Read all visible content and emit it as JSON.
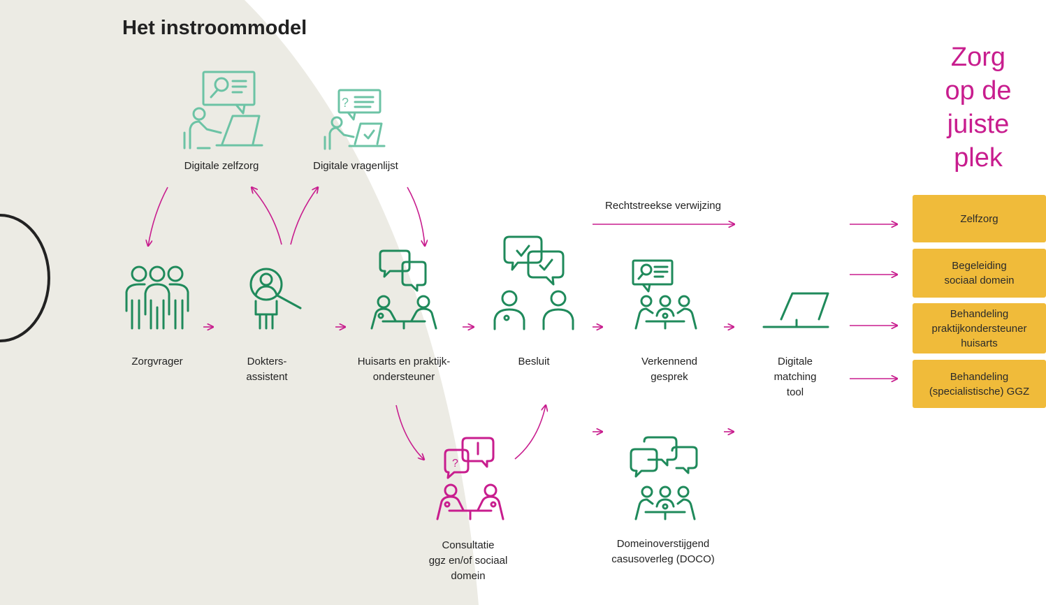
{
  "title": "Het instroommodel",
  "headline": "Zorg\nop de\njuiste\nplek",
  "labels": {
    "digitale_zelfzorg": "Digitale zelfzorg",
    "digitale_vragenlijst": "Digitale vragenlijst",
    "zorgvrager": "Zorgvrager",
    "doktersassistent": "Dokters-\nassistent",
    "huisarts": "Huisarts en praktijk-\nondersteuner",
    "besluit": "Besluit",
    "rechtstreekse": "Rechtstreekse verwijzing",
    "verkennend": "Verkennend\ngesprek",
    "matching": "Digitale\nmatching\ntool",
    "consultatie": "Consultatie\nggz en/of sociaal\ndomein",
    "doco": "Domeinoverstijgend\ncasusoverleg (DOCO)"
  },
  "outcomes": [
    "Zelfzorg",
    "Begeleiding\nsociaal domein",
    "Behandeling\npraktijkondersteuner\nhuisarts",
    "Behandeling\n(specialistische) GGZ"
  ],
  "colors": {
    "green": "#1f8a5b",
    "mint": "#6cc3a5",
    "magenta": "#c81d8e",
    "yellow": "#f0bb3a",
    "beige": "#ecebe4"
  },
  "icons": [
    "laptop-consult-icon",
    "questionnaire-icon",
    "group-icon",
    "search-person-icon",
    "conversation-icon",
    "decision-icon",
    "meeting-icon",
    "laptop-icon",
    "consultation-icon",
    "casus-meeting-icon"
  ]
}
